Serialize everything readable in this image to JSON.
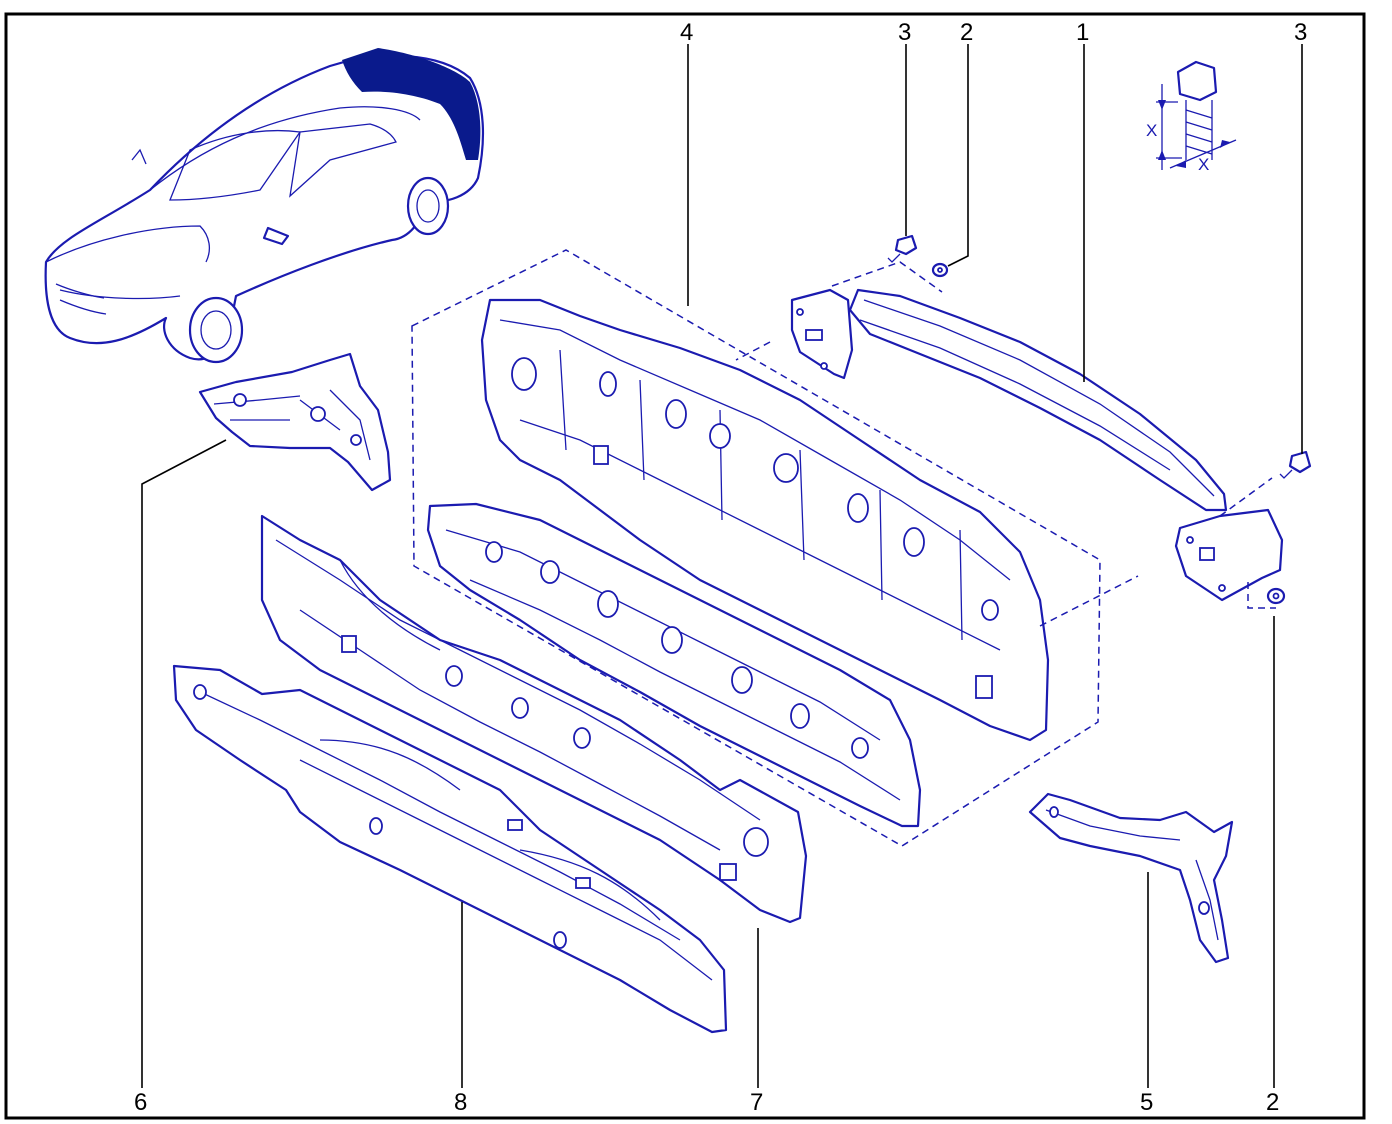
{
  "callouts": {
    "top_4": "4",
    "top_3_left": "3",
    "top_2": "2",
    "top_1": "1",
    "top_3_right": "3",
    "bottom_6": "6",
    "bottom_8": "8",
    "bottom_7": "7",
    "bottom_5": "5",
    "bottom_2": "2"
  },
  "bolt_detail": {
    "dim_x_vertical": "X",
    "dim_x_horizontal": "X"
  },
  "colors": {
    "line_art": "#1b1bb0",
    "highlight": "#0a1a8c",
    "frame": "#000000"
  }
}
